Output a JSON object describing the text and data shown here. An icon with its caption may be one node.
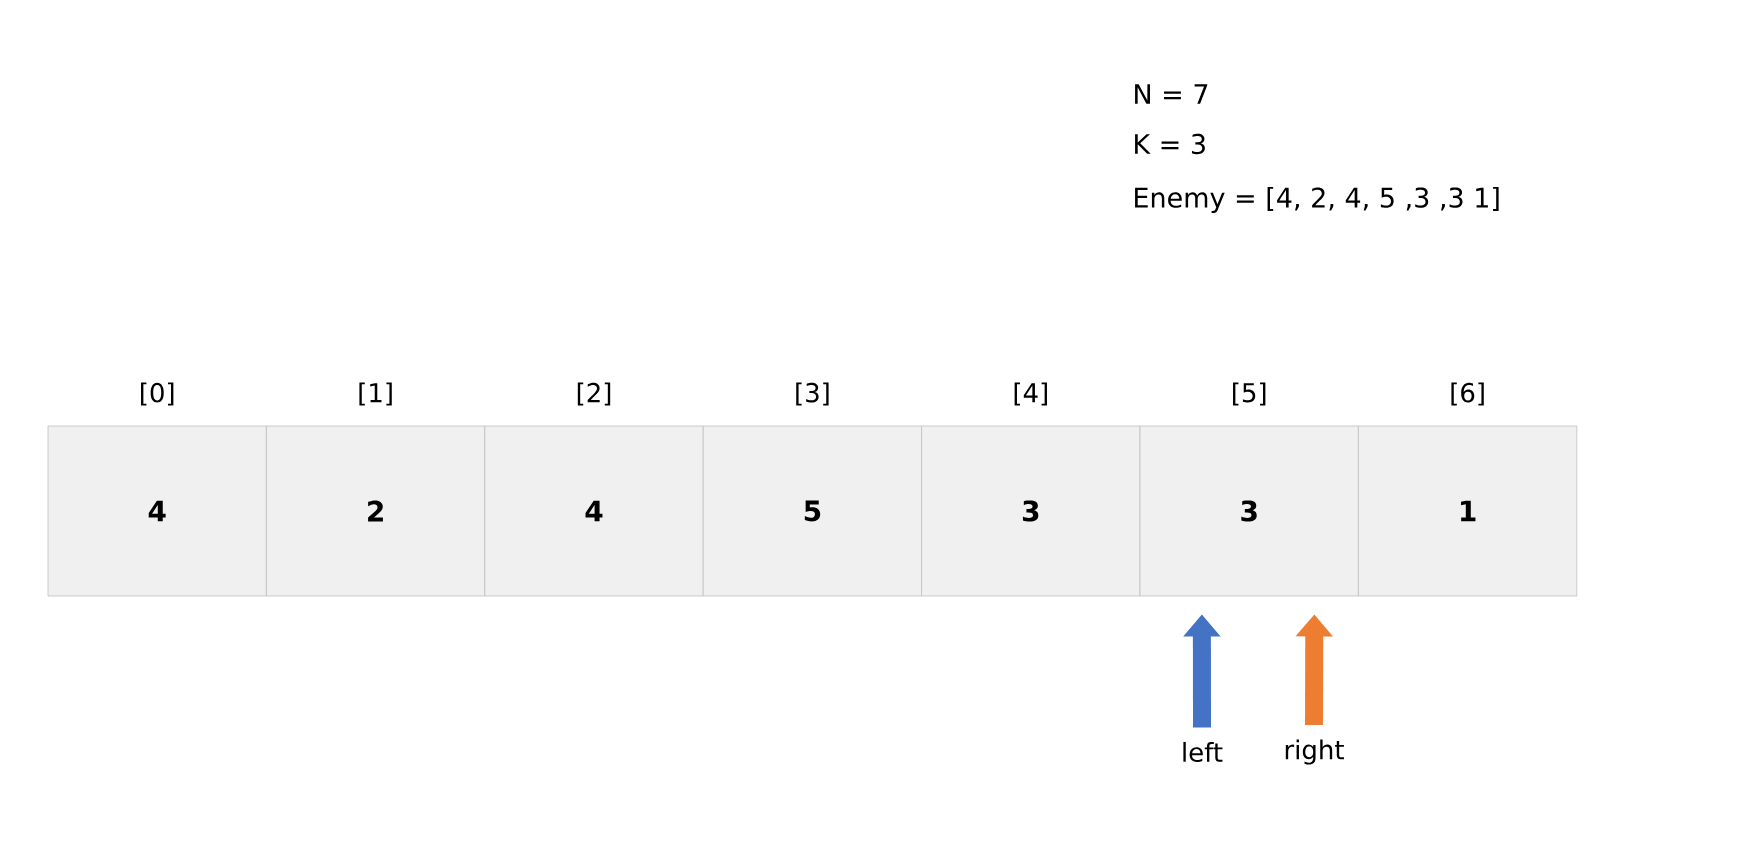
{
  "diagram": {
    "nodes": [
      {
        "text": [
          "4"
        ],
        "beside": [
          "[0]"
        ]
      },
      {
        "text": [
          "2"
        ],
        "beside": [
          "[1]"
        ]
      },
      {
        "text": [
          "4"
        ],
        "beside": [
          "[2]"
        ]
      },
      {
        "text": [
          "5"
        ],
        "beside": [
          "[3]"
        ]
      },
      {
        "text": [
          "3"
        ],
        "beside": [
          "[4]"
        ]
      },
      {
        "text": [
          "3"
        ],
        "beside": [
          "[5]"
        ]
      },
      {
        "text": [
          "1"
        ],
        "beside": [
          "[6]"
        ]
      },
      {
        "text": [
          "left"
        ]
      },
      {
        "text": [
          "right"
        ]
      }
    ],
    "edges": [
      {
        "from": 7,
        "to": 5,
        "arrow": "to",
        "color": "#4472c4"
      },
      {
        "from": 8,
        "to": 5,
        "arrow": "to",
        "color": "#ed7d31"
      }
    ],
    "labels": [
      "N = 7",
      "K = 3",
      "Enemy = [4, 2, 4, 5 ,3 ,3 1]"
    ]
  }
}
